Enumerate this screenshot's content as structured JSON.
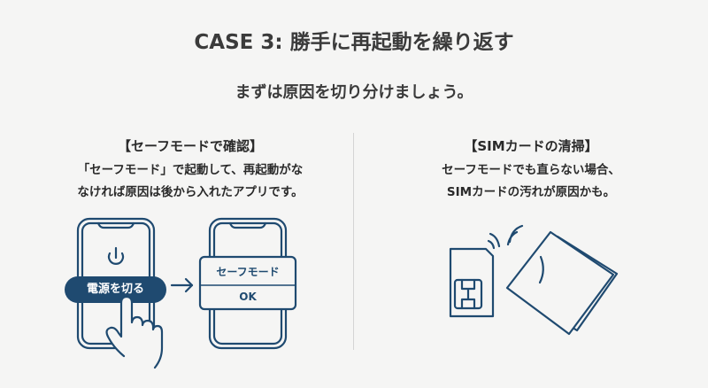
{
  "title": "CASE 3: 勝手に再起動を繰り返す",
  "subtitle": "まずは原因を切り分けましょう。",
  "left": {
    "heading": "【セーフモードで確認】",
    "lines": [
      "「セーフモード」で起動して、再起動がな",
      "なければ原因は後から入れたアプリです。"
    ],
    "button_label": "電源を切る",
    "modal_title": "セーフモード",
    "modal_ok": "OK"
  },
  "right": {
    "heading": "【SIMカードの清掃】",
    "lines": [
      "セーフモードでも直らない場合、",
      "SIMカードの汚れが原因かも。"
    ]
  },
  "colors": {
    "accent": "#1f4a70",
    "background": "#f5f5f4"
  }
}
